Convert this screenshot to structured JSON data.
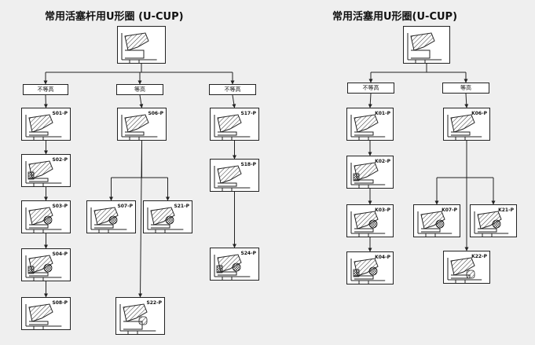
{
  "diagrams": [
    {
      "title": "常用活塞杆用U形圈 (U-CUP)",
      "categories": [
        "不等高",
        "等高",
        "不等高"
      ],
      "seals": [
        "S01-P",
        "S02-P",
        "S03-P",
        "S04-P",
        "S08-P",
        "S06-P",
        "S07-P",
        "S21-P",
        "S22-P",
        "S17-P",
        "S18-P",
        "S24-P"
      ]
    },
    {
      "title": "常用活塞用U形圈(U-CUP)",
      "categories": [
        "不等高",
        "等高"
      ],
      "seals": [
        "K01-P",
        "K02-P",
        "K03-P",
        "K04-P",
        "K06-P",
        "K07-P",
        "K21-P",
        "K22-P"
      ]
    }
  ]
}
